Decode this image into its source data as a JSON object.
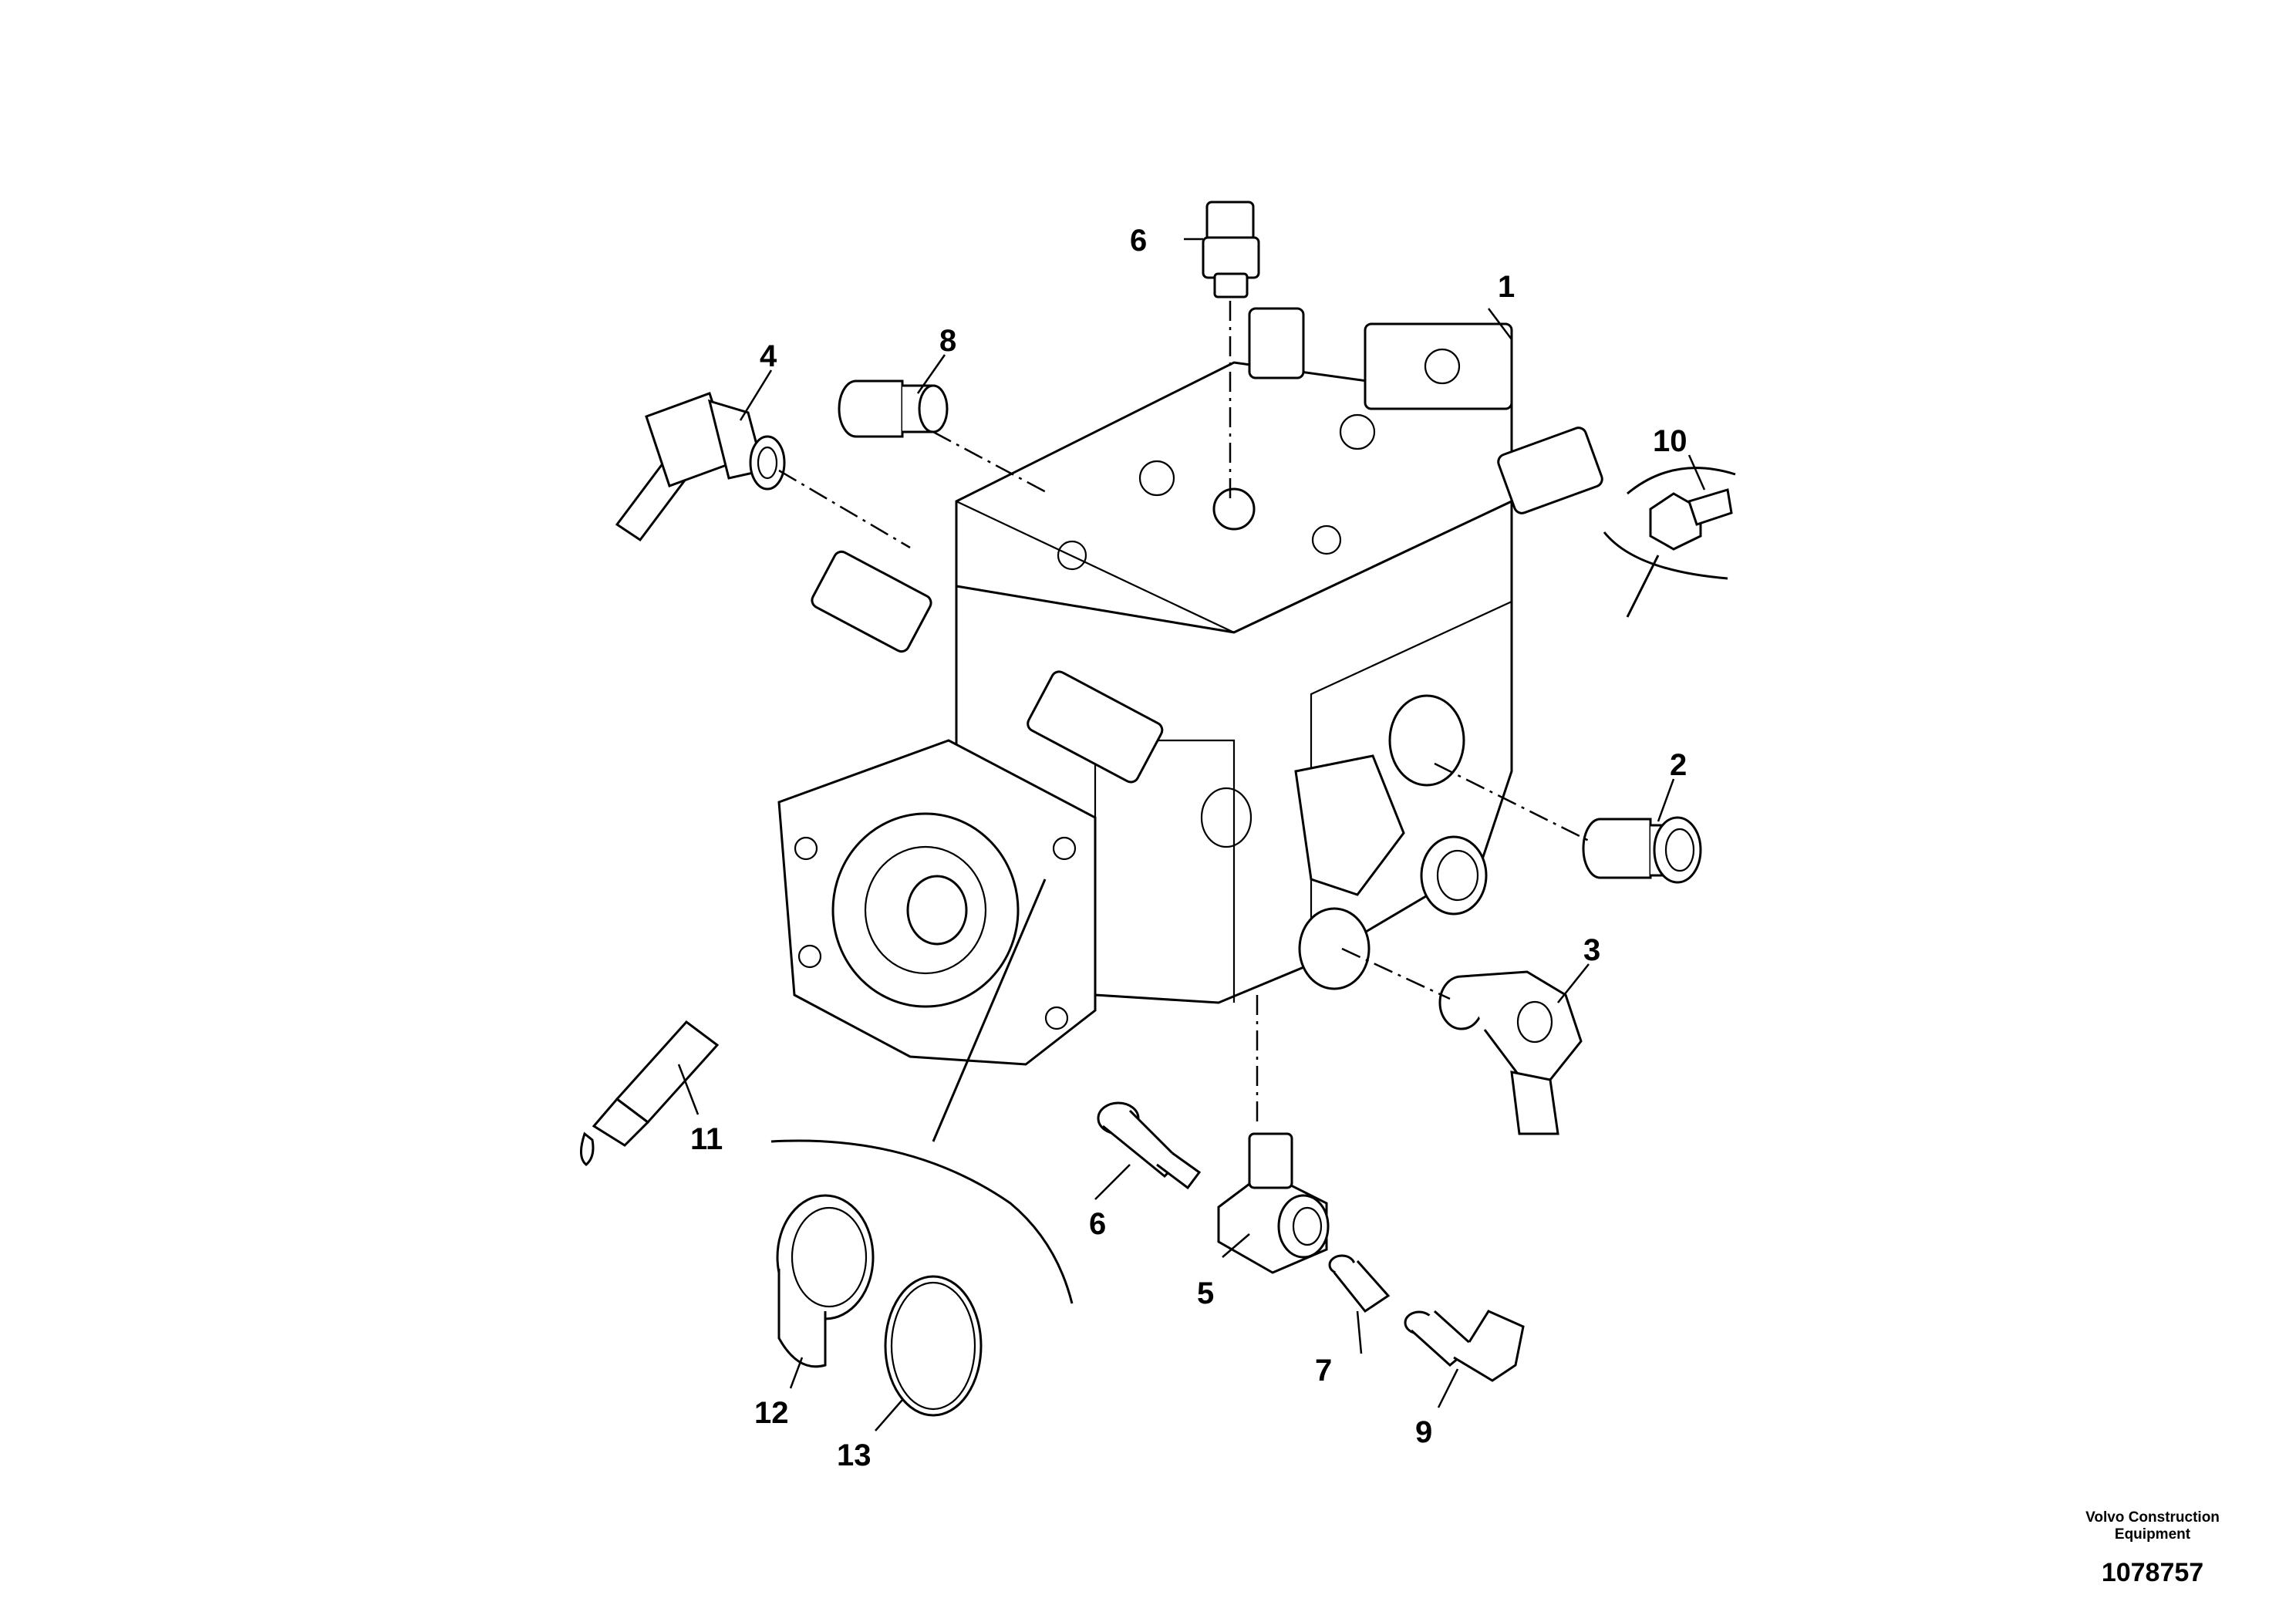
{
  "diagram": {
    "callouts": [
      {
        "id": "c1",
        "label": "1"
      },
      {
        "id": "c2",
        "label": "2"
      },
      {
        "id": "c3",
        "label": "3"
      },
      {
        "id": "c4",
        "label": "4"
      },
      {
        "id": "c5",
        "label": "5"
      },
      {
        "id": "c6a",
        "label": "6"
      },
      {
        "id": "c6b",
        "label": "6"
      },
      {
        "id": "c7",
        "label": "7"
      },
      {
        "id": "c8",
        "label": "8"
      },
      {
        "id": "c9",
        "label": "9"
      },
      {
        "id": "c10",
        "label": "10"
      },
      {
        "id": "c11",
        "label": "11"
      },
      {
        "id": "c12",
        "label": "12"
      },
      {
        "id": "c13",
        "label": "13"
      }
    ]
  },
  "footer": {
    "publisher_line1": "Volvo Construction",
    "publisher_line2": "Equipment",
    "drawing_number": "1078757"
  }
}
